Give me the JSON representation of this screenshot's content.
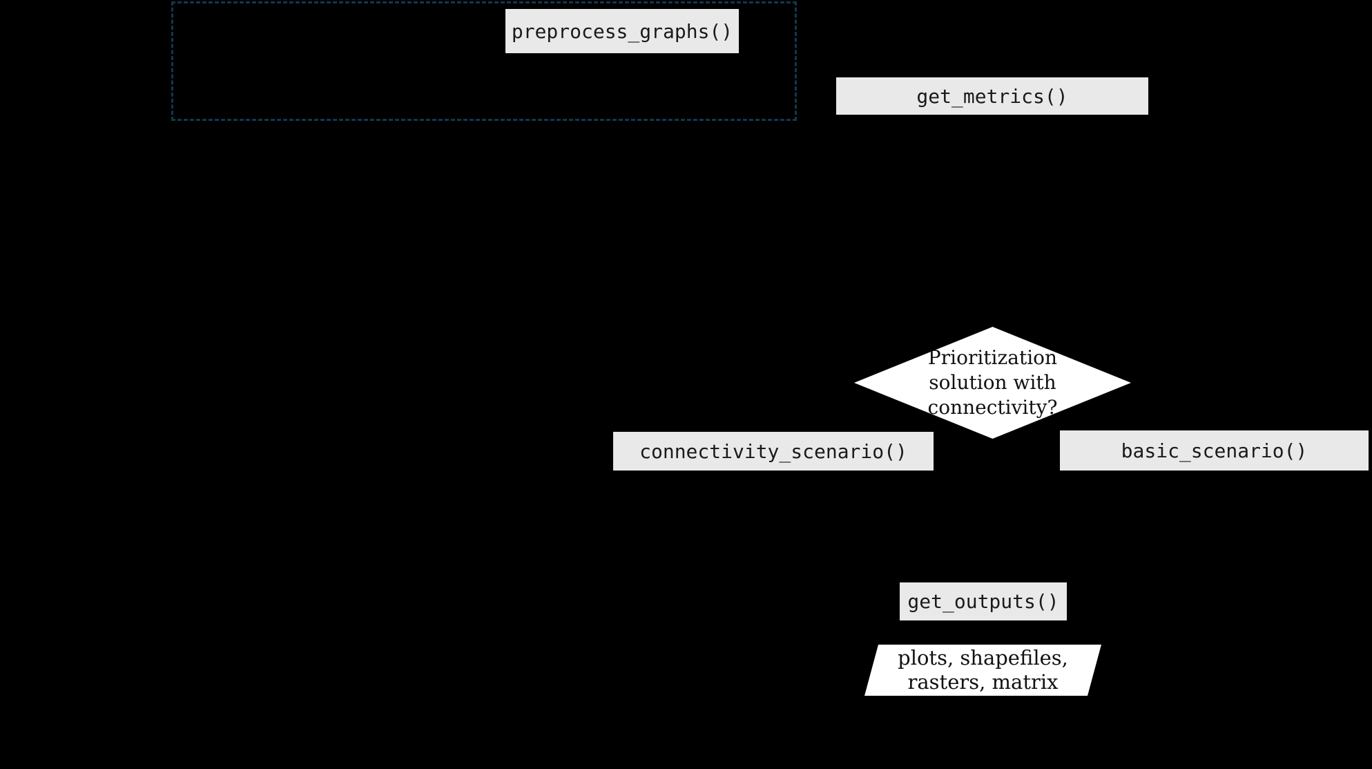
{
  "diagram": {
    "background_color": "#000000",
    "dashed_region": {
      "border_color": "#11384d",
      "style": "dashed-rectangle"
    },
    "nodes": {
      "preprocess": {
        "label": "preprocess_graphs()",
        "shape": "rectangle",
        "fill": "#e9e9e9"
      },
      "get_metrics": {
        "label": "get_metrics()",
        "shape": "rectangle",
        "fill": "#e9e9e9"
      },
      "decision": {
        "shape": "diamond",
        "fill": "#ffffff",
        "line1": "Prioritization",
        "line2": "solution with",
        "line3": "connectivity?"
      },
      "connectivity_scenario": {
        "label": "connectivity_scenario()",
        "shape": "rectangle",
        "fill": "#e9e9e9"
      },
      "basic_scenario": {
        "label": "basic_scenario()",
        "shape": "rectangle",
        "fill": "#e9e9e9"
      },
      "get_outputs": {
        "label": "get_outputs()",
        "shape": "rectangle",
        "fill": "#e9e9e9"
      },
      "outputs": {
        "shape": "parallelogram",
        "fill": "#ffffff",
        "line1": "plots, shapefiles,",
        "line2": "rasters, matrix"
      }
    }
  }
}
